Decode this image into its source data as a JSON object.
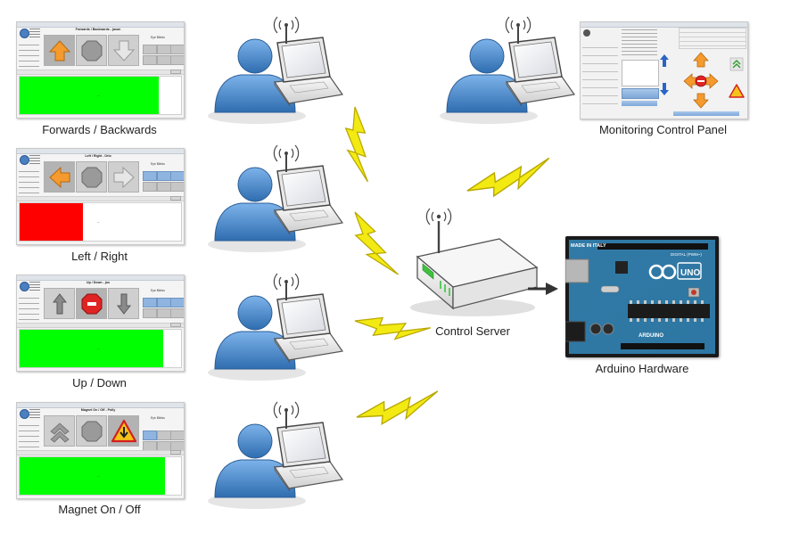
{
  "captions": {
    "forwards_backwards": "Forwards / Backwards",
    "left_right": "Left / Right",
    "up_down": "Up / Down",
    "magnet": "Magnet On / Off",
    "monitoring": "Monitoring Control Panel",
    "server": "Control Server",
    "arduino": "Arduino Hardware"
  },
  "client_windows": [
    {
      "title": "Forwards / Backwards - jason",
      "panel_color": "#00ff00",
      "fill_fraction": 0.86
    },
    {
      "title": "Left / Right - Orlo",
      "panel_color": "#ff0000",
      "fill_fraction": 0.39
    },
    {
      "title": "Up / Down - jos",
      "panel_color": "#00ff00",
      "fill_fraction": 0.89
    },
    {
      "title": "Magnet On / Off - Polly",
      "panel_color": "#00ff00",
      "fill_fraction": 0.9
    }
  ],
  "client_common": {
    "eye_label": "Eye Blinks"
  },
  "arduino_board": {
    "made_in": "MADE IN ITALY",
    "digital_label": "DIGITAL (PWM~)",
    "uno": "UNO",
    "brand": "ARDUINO"
  },
  "colors": {
    "lightning": "#f2ea12",
    "lightning_stroke": "#b9a800",
    "person": "#4b8ed1",
    "panel_green": "#00ff00",
    "panel_red": "#ff0000",
    "arrow_orange": "#f49a2e",
    "board_blue": "#1f6e9e"
  }
}
